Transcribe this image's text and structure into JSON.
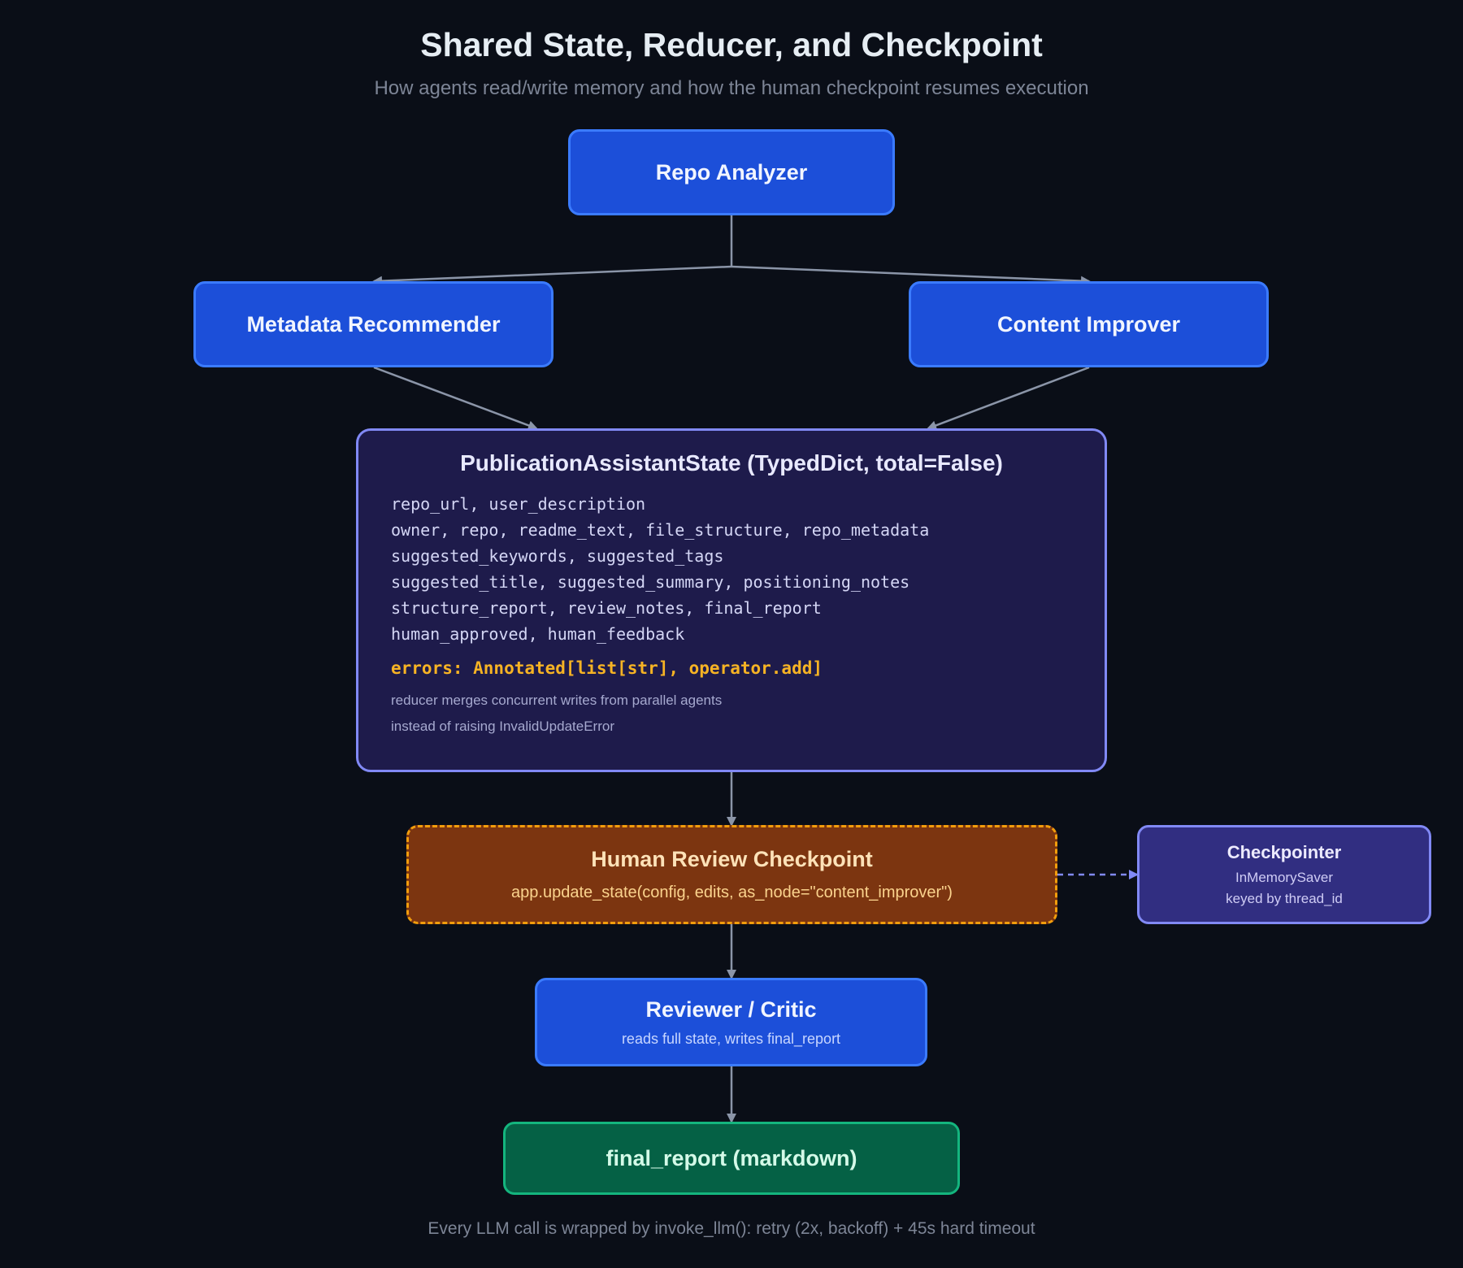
{
  "header": {
    "title": "Shared State, Reducer, and Checkpoint",
    "subtitle": "How agents read/write memory and how the human checkpoint resumes execution"
  },
  "nodes": {
    "repo_analyzer": {
      "label": "Repo Analyzer"
    },
    "metadata_recommender": {
      "label": "Metadata Recommender"
    },
    "content_improver": {
      "label": "Content Improver"
    },
    "human_review": {
      "label": "Human Review Checkpoint",
      "detail": "app.update_state(config, edits, as_node=\"content_improver\")"
    },
    "checkpointer": {
      "label": "Checkpointer",
      "lines": [
        "InMemorySaver",
        "keyed by thread_id"
      ]
    },
    "reviewer": {
      "label": "Reviewer / Critic",
      "detail": "reads full state, writes final_report"
    },
    "final_report": {
      "label": "final_report (markdown)"
    }
  },
  "state": {
    "title": "PublicationAssistantState (TypedDict, total=False)",
    "fields": [
      "repo_url, user_description",
      "owner, repo, readme_text, file_structure, repo_metadata",
      "suggested_keywords, suggested_tags",
      "suggested_title, suggested_summary, positioning_notes",
      "structure_report, review_notes, final_report",
      "human_approved, human_feedback"
    ],
    "reducer": "errors: Annotated[list[str], operator.add]",
    "notes": [
      "reducer merges concurrent writes from parallel agents",
      "instead of raising InvalidUpdateError"
    ]
  },
  "footer": "Every LLM call is wrapped by invoke_llm(): retry (2x, backoff) + 45s hard timeout",
  "colors": {
    "background": "#0a0e17",
    "agent_fill": "#1c4fd9",
    "state_fill": "#1e1b4b",
    "checkpoint_fill": "#7c3510",
    "checkpoint_border": "#f29d0c",
    "checkpointer_fill": "#312e81",
    "final_fill": "#056145",
    "reducer_text": "#f6b324",
    "connector": "#8b95a8"
  }
}
